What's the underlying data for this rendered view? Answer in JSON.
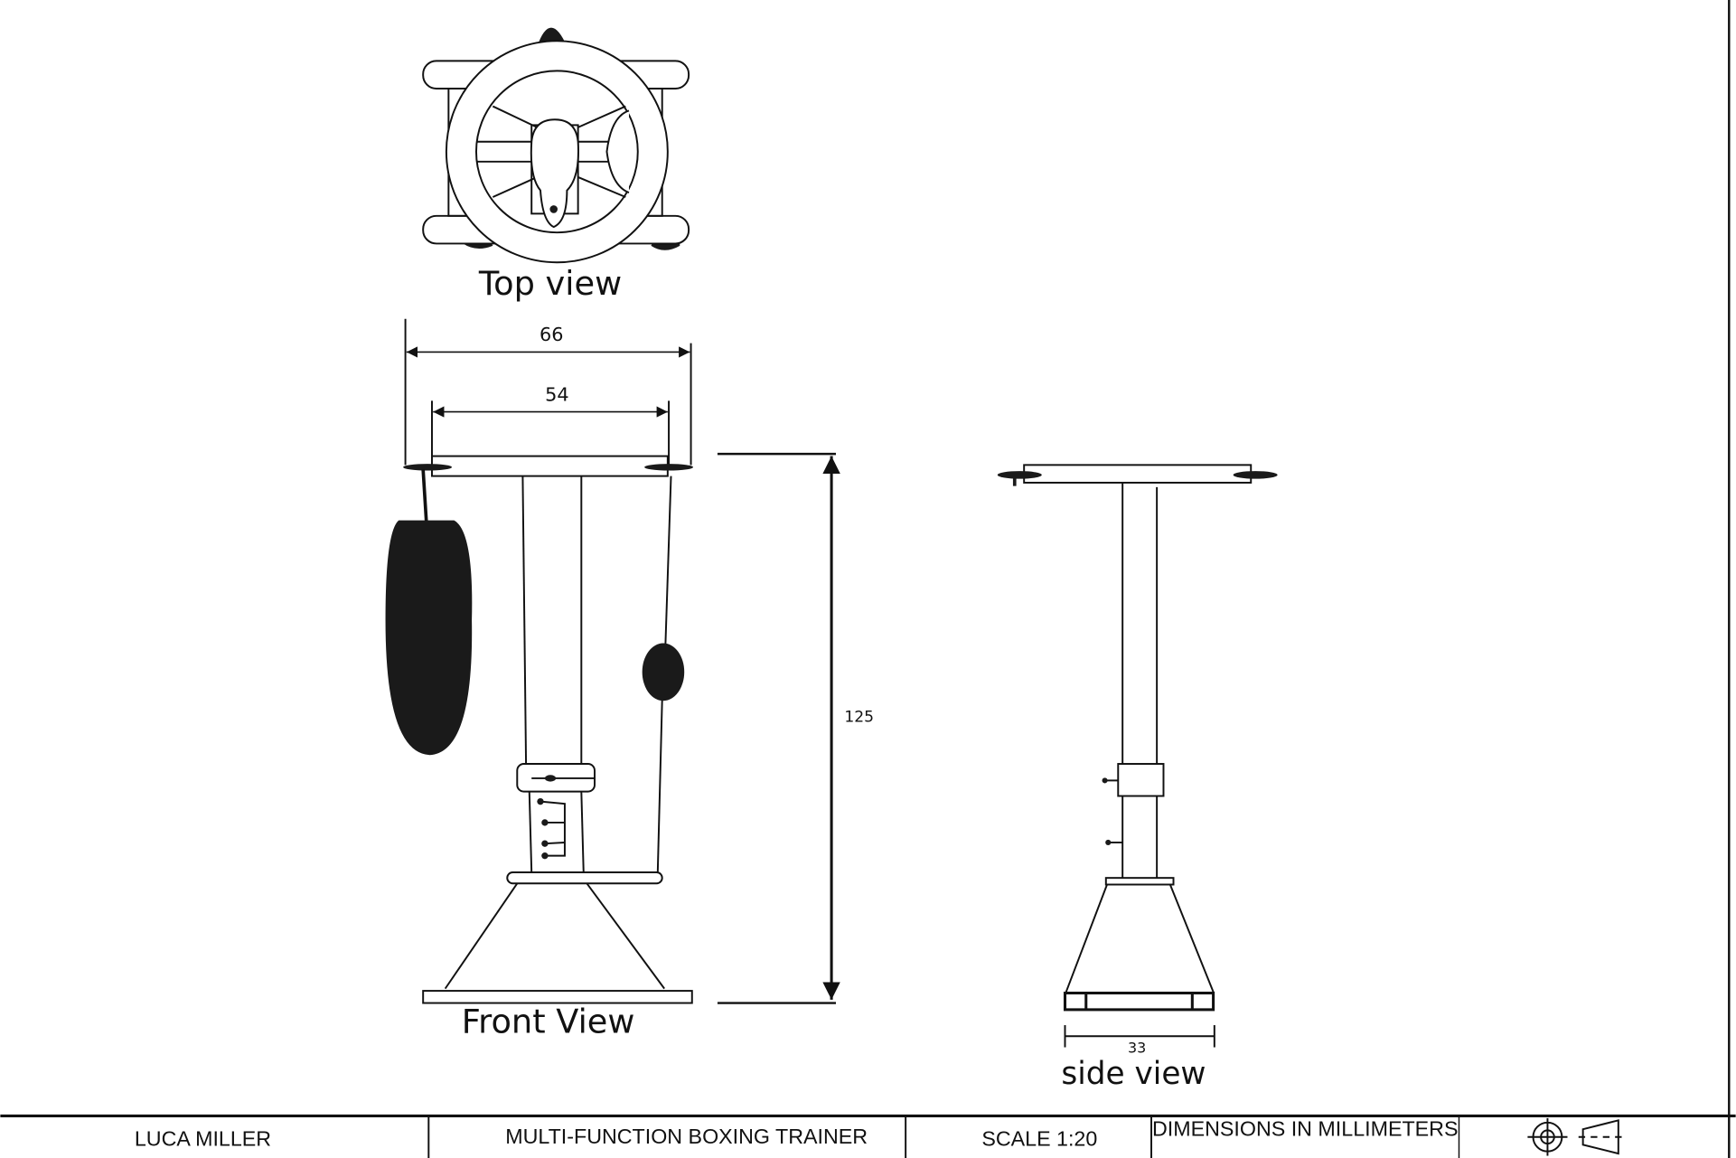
{
  "views": {
    "top_label": "Top view",
    "front_label": "Front View",
    "side_label": "side view"
  },
  "dimensions": {
    "overall_width": "66",
    "inner_width": "54",
    "height": "125",
    "base_depth": "33"
  },
  "title_block": {
    "author": "LUCA MILLER",
    "title": "MULTI-FUNCTION BOXING TRAINER",
    "scale": "SCALE 1:20",
    "units": "DIMENSIONS IN MILLIMETERS",
    "projection_icon": "third-angle-projection-icon"
  }
}
